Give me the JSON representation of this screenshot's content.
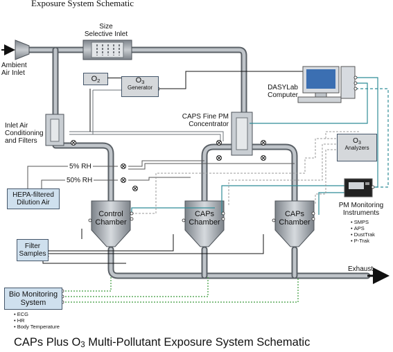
{
  "top_title": "Exposure System Schematic",
  "main_title": {
    "pre": "CAPs Plus O",
    "sub": "3",
    "post": " Multi-Pollutant Exposure System Schematic"
  },
  "labels": {
    "size_selective_inlet": [
      "Size",
      "Selective Inlet"
    ],
    "ambient_air_inlet": [
      "Ambient",
      "Air Inlet"
    ],
    "o2": {
      "pre": "O",
      "sub": "2"
    },
    "o3_generator": {
      "pre": "O",
      "sub": "3",
      "line2": "Generator"
    },
    "dasylab_computer": [
      "DASYLab",
      "Computer"
    ],
    "inlet_air": [
      "Inlet Air",
      "Conditioning",
      "and Filters"
    ],
    "caps_concentrator": [
      "CAPS Fine PM",
      "Concentrator"
    ],
    "o3_analyzers": {
      "pre": "O",
      "sub": "3",
      "line2": "Analyzers"
    },
    "rh_5": "5% RH",
    "rh_50": "50% RH",
    "hepa": [
      "HEPA-filtered",
      "Dilution Air"
    ],
    "control_chamber": [
      "Control",
      "Chamber"
    ],
    "caps_chamber_1": [
      "CAPs",
      "Chamber"
    ],
    "caps_chamber_2": [
      "CAPs",
      "Chamber"
    ],
    "pm_monitoring": [
      "PM Monitoring",
      "Instruments"
    ],
    "filter_samples": [
      "Filter",
      "Samples"
    ],
    "exhaust": "Exhaust",
    "bio_monitoring": [
      "Bio Monitoring",
      "System"
    ]
  },
  "pm_instruments_list": [
    "SMPS",
    "APS",
    "DustTrak",
    "P-Trak"
  ],
  "bio_list": [
    "ECG",
    "HR",
    "Body Temperature"
  ],
  "colors": {
    "duct": "#8f959b",
    "duct_edge": "#5a6066",
    "line": "#111111",
    "teal": "#2f8c96",
    "green": "#3a9a3a",
    "gray_dash": "#9a9a9a",
    "box_fill": "#cfe0ee"
  }
}
